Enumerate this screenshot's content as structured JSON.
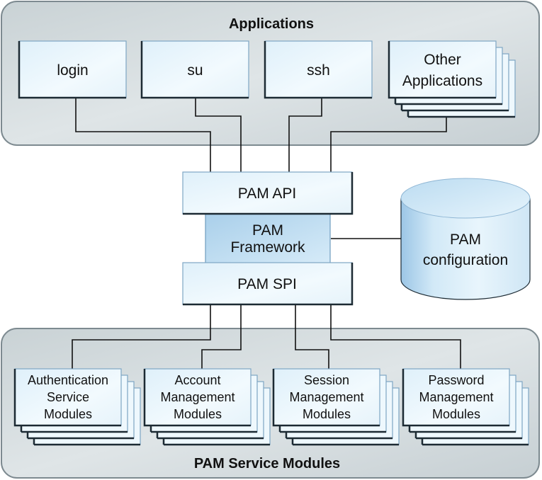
{
  "applications_group": {
    "title": "Applications",
    "apps": [
      {
        "label_lines": [
          "login"
        ],
        "stacked": false
      },
      {
        "label_lines": [
          "su"
        ],
        "stacked": false
      },
      {
        "label_lines": [
          "ssh"
        ],
        "stacked": false
      },
      {
        "label_lines": [
          "Other",
          "Applications"
        ],
        "stacked": true
      }
    ]
  },
  "framework": {
    "api_label": "PAM API",
    "framework_lines": [
      "PAM",
      "Framework"
    ],
    "spi_label": "PAM SPI"
  },
  "configuration": {
    "label_lines": [
      "PAM",
      "configuration"
    ]
  },
  "modules_group": {
    "title": "PAM Service Modules",
    "modules": [
      {
        "label_lines": [
          "Authentication",
          "Service",
          "Modules"
        ]
      },
      {
        "label_lines": [
          "Account",
          "Management",
          "Modules"
        ]
      },
      {
        "label_lines": [
          "Session",
          "Management",
          "Modules"
        ]
      },
      {
        "label_lines": [
          "Password",
          "Management",
          "Modules"
        ]
      }
    ]
  },
  "colors": {
    "group_fill": "#d3dadc",
    "group_stroke": "#7d8a90",
    "box_fill": "#eaf6fc",
    "box_stroke": "#7ea6c4",
    "framework_fill": "#bfdcf0",
    "line": "#111111"
  }
}
